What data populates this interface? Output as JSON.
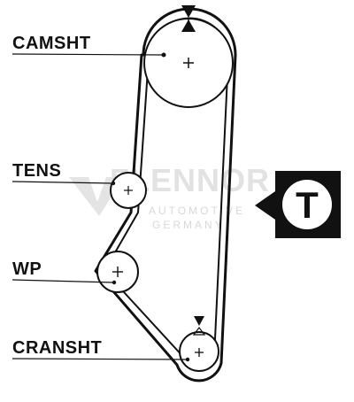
{
  "labels": {
    "camshaft": "CAMSHT",
    "tensioner": "TENS",
    "water_pump": "WP",
    "crankshaft": "CRANSHT"
  },
  "watermark": {
    "brand": "FLENNOR",
    "registered": "®",
    "line1": "AUTOMOTIVE",
    "line2": "GERMANY"
  },
  "badge": {
    "letter": "T"
  },
  "colors": {
    "line": "#111111",
    "watermark": "#e0e0e0",
    "background": "#ffffff"
  }
}
